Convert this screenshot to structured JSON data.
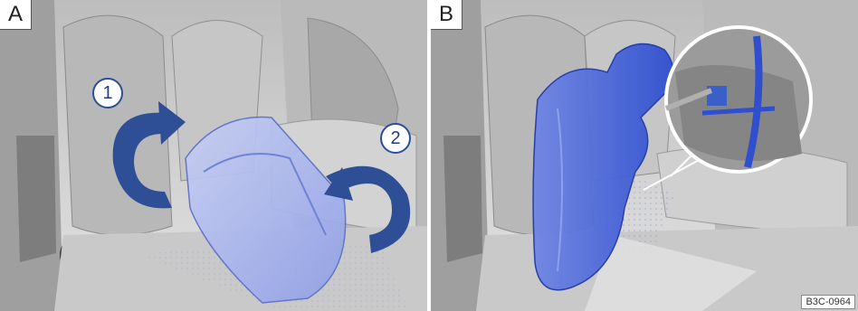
{
  "panels": [
    {
      "label": "A",
      "steps": [
        "1",
        "2"
      ]
    },
    {
      "label": "B"
    }
  ],
  "figure_code": "B3C-0964",
  "colors": {
    "highlight_blue": "#3a5fc9",
    "arrow_blue": "#2e4f95",
    "interior_gray": "#cfcfcf"
  }
}
